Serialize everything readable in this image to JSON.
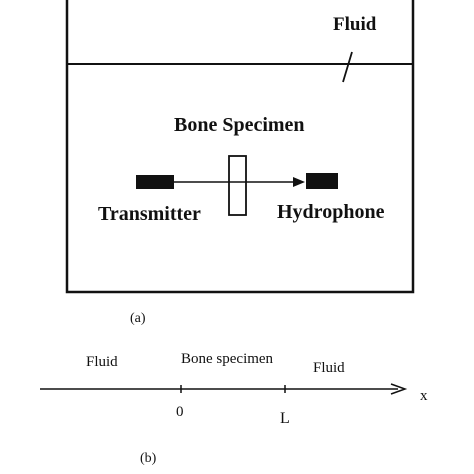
{
  "panel_a": {
    "fluid_label": "Fluid",
    "bone_label": "Bone Specimen",
    "transmitter_label": "Transmitter",
    "hydrophone_label": "Hydrophone",
    "caption": "(a)"
  },
  "panel_b": {
    "left_fluid_label": "Fluid",
    "bone_label": "Bone specimen",
    "right_fluid_label": "Fluid",
    "tick_zero": "0",
    "tick_l": "L",
    "axis_label": "x",
    "caption": "(b)"
  }
}
